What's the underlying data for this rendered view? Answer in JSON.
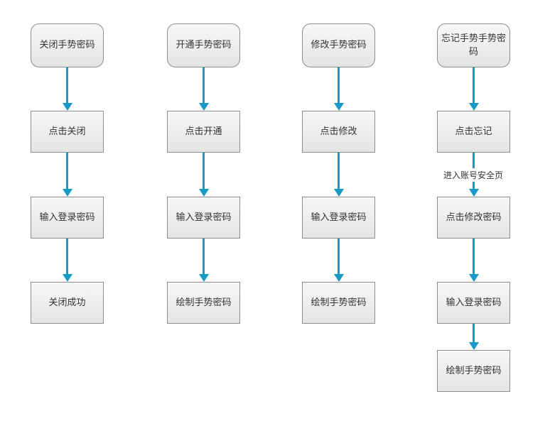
{
  "page": {
    "background_color": "#ffffff"
  },
  "diagram": {
    "type": "flowchart",
    "arrow_color": "#189ac8",
    "node_border_color": "#8e8e8e",
    "node_fill_top": "#f7f7f7",
    "node_fill_bottom": "#e4e4e4",
    "text_color": "#333333",
    "columns": [
      {
        "id": "close-gesture-password",
        "nodes": [
          "关闭手势密码",
          "点击关闭",
          "输入登录密码",
          "关闭成功"
        ]
      },
      {
        "id": "enable-gesture-password",
        "nodes": [
          "开通手势密码",
          "点击开通",
          "输入登录密码",
          "绘制手势密码"
        ]
      },
      {
        "id": "modify-gesture-password",
        "nodes": [
          "修改手势密码",
          "点击修改",
          "输入登录密码",
          "绘制手势密码"
        ]
      },
      {
        "id": "forgot-gesture-password",
        "nodes": [
          "忘记手势手势密码",
          "点击忘记",
          "点击修改密码",
          "输入登录密码",
          "绘制手势密码"
        ],
        "edge_label": "进入账号安全页"
      }
    ]
  }
}
